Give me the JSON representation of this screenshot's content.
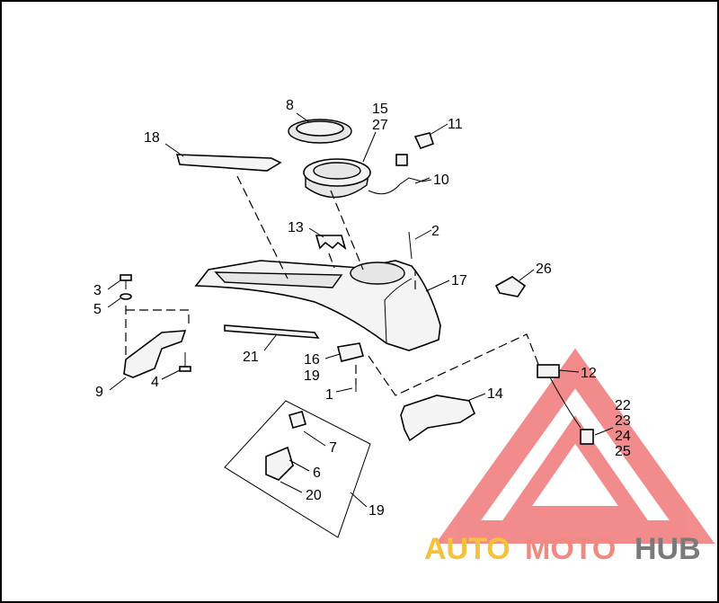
{
  "labels": {
    "l1": "1",
    "l2": "2",
    "l3": "3",
    "l4": "4",
    "l5": "5",
    "l6": "6",
    "l7": "7",
    "l8": "8",
    "l9": "9",
    "l10": "10",
    "l11": "11",
    "l12": "12",
    "l13": "13",
    "l14": "14",
    "l15": "15",
    "l16": "16",
    "l17": "17",
    "l18": "18",
    "l19a": "19",
    "l19b": "19",
    "l20": "20",
    "l21": "21",
    "l22": "22",
    "l23": "23",
    "l24": "24",
    "l25": "25",
    "l26": "26",
    "l27": "27"
  },
  "watermark": {
    "auto": "AUTO",
    "moto": "MOTO",
    "hub": "HUB",
    "colors": {
      "auto": "#f5c23a",
      "moto": "#f08a80",
      "hub": "#7a7a7a",
      "triangle": "#f07070"
    }
  }
}
